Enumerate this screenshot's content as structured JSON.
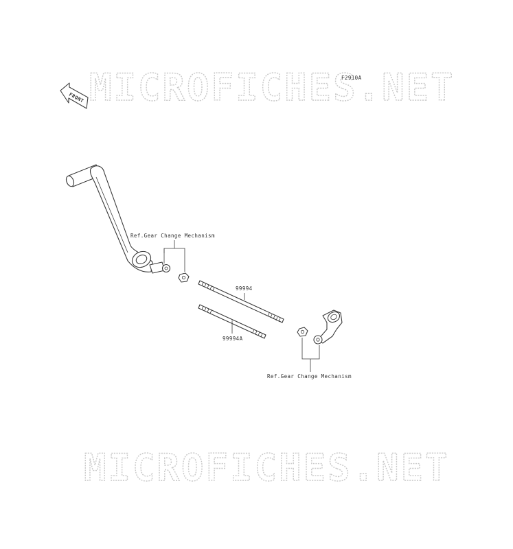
{
  "diagram": {
    "figure_code": "F2910A",
    "front_badge": "FRONT",
    "callouts": {
      "ref_top": "Ref.Gear Change Mechanism",
      "ref_bottom": "Ref.Gear Change Mechanism",
      "rod_upper": "99994",
      "rod_lower": "99994A"
    }
  },
  "watermark": {
    "text_top": "MICROFICHES.NET",
    "text_bottom": "MICROFICHES.NET"
  },
  "colors": {
    "line": "#3a3a3a",
    "watermark": "#c8c8c8",
    "background": "#ffffff"
  }
}
